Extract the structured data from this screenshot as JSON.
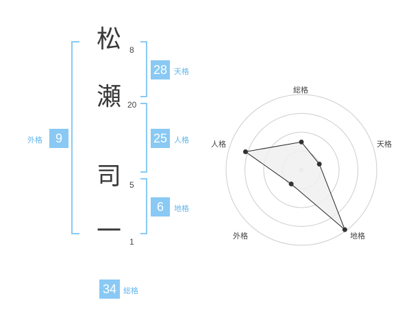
{
  "name": {
    "chars": [
      {
        "char": "松",
        "strokes": "8"
      },
      {
        "char": "瀬",
        "strokes": "20"
      },
      {
        "char": "司",
        "strokes": "5"
      },
      {
        "char": "一",
        "strokes": "1"
      }
    ]
  },
  "fortune": {
    "tenkaku": {
      "value": "28",
      "label": "天格"
    },
    "jinkaku": {
      "value": "25",
      "label": "人格"
    },
    "chikaku": {
      "value": "6",
      "label": "地格"
    },
    "gaikaku": {
      "value": "9",
      "label": "外格"
    },
    "soukaku": {
      "value": "34",
      "label": "総格"
    }
  },
  "radar": {
    "labels": {
      "top": "総格",
      "right": "天格",
      "bottom_right": "地格",
      "bottom_left": "外格",
      "left": "人格"
    },
    "levels": 4,
    "values": {
      "soukaku": 0.37,
      "tenkaku": 0.25,
      "chikaku": 0.98,
      "gaikaku": 0.23,
      "jinkaku": 0.78
    },
    "colors": {
      "ring": "#cccccc",
      "fill": "#f0f0f0",
      "line": "#222222",
      "center": "#d0d0d0"
    }
  }
}
